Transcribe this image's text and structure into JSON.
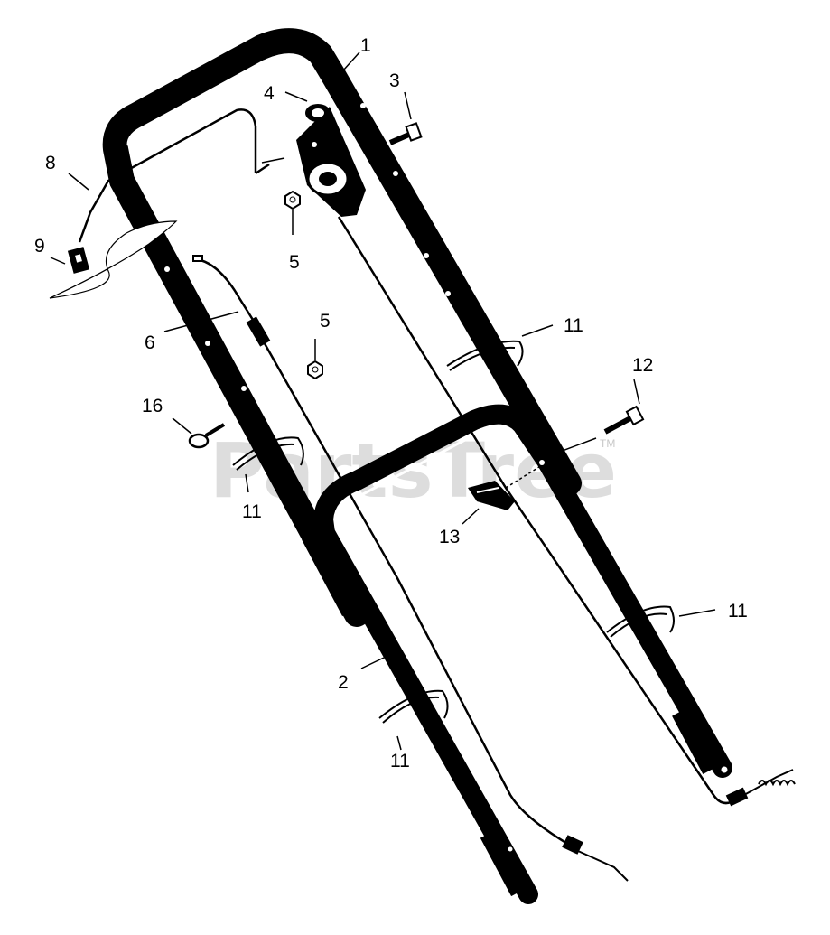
{
  "watermark": {
    "text": "PartsTree",
    "mark": "TM"
  },
  "callouts": [
    {
      "id": "c1",
      "text": "1"
    },
    {
      "id": "c2",
      "text": "2"
    },
    {
      "id": "c3",
      "text": "3"
    },
    {
      "id": "c4",
      "text": "4"
    },
    {
      "id": "c5a",
      "text": "5"
    },
    {
      "id": "c5b",
      "text": "5"
    },
    {
      "id": "c6",
      "text": "6"
    },
    {
      "id": "c8",
      "text": "8"
    },
    {
      "id": "c9",
      "text": "9"
    },
    {
      "id": "c11a",
      "text": "11"
    },
    {
      "id": "c11b",
      "text": "11"
    },
    {
      "id": "c11c",
      "text": "11"
    },
    {
      "id": "c11d",
      "text": "11"
    },
    {
      "id": "c12",
      "text": "12"
    },
    {
      "id": "c13",
      "text": "13"
    },
    {
      "id": "c16",
      "text": "16"
    }
  ],
  "colors": {
    "ink": "#000000",
    "watermark": "#d4d4d4",
    "paper": "#ffffff"
  }
}
